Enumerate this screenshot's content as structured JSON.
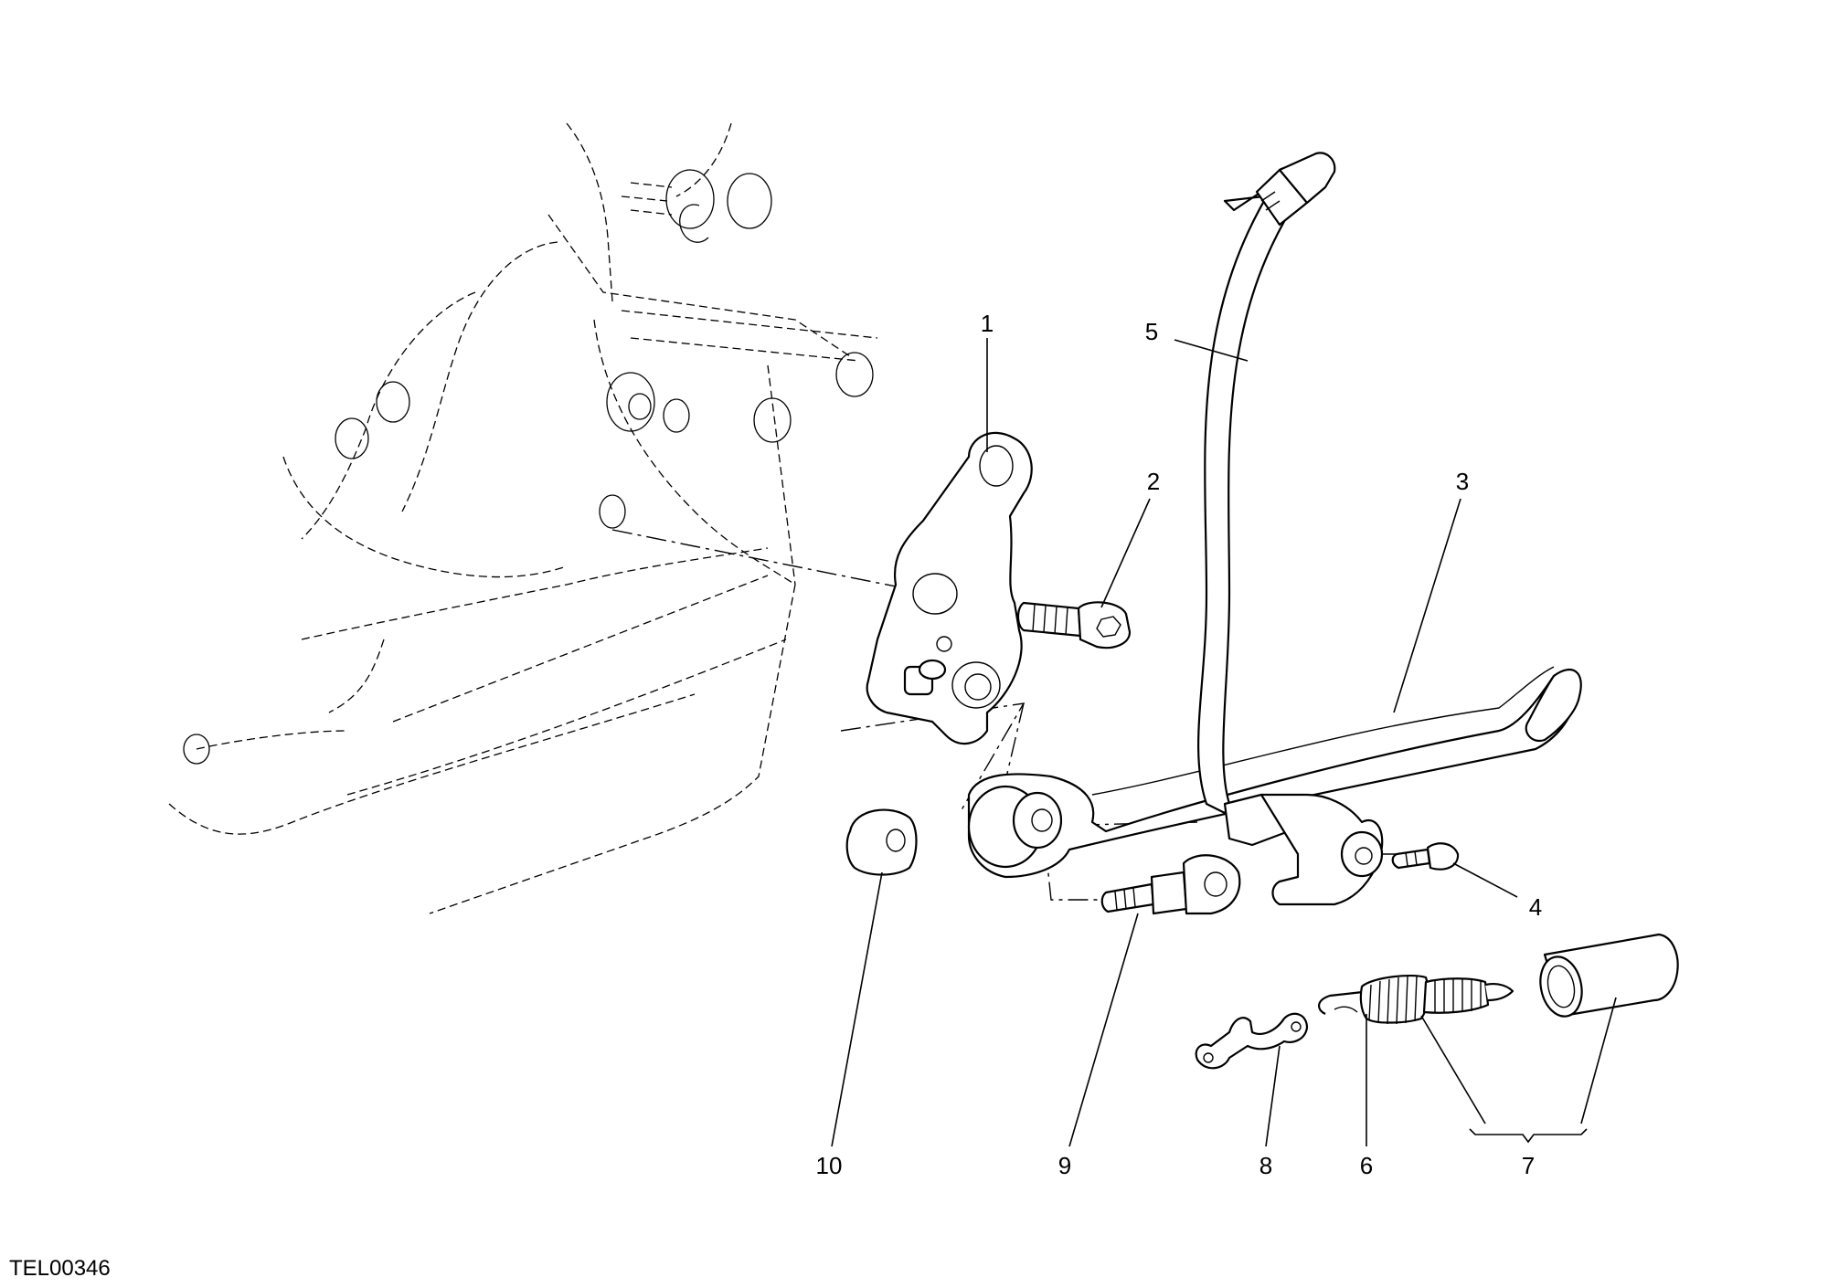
{
  "drawing": {
    "code": "TEL00346",
    "callouts": [
      "1",
      "2",
      "3",
      "4",
      "5",
      "6",
      "7",
      "8",
      "9",
      "10"
    ]
  }
}
